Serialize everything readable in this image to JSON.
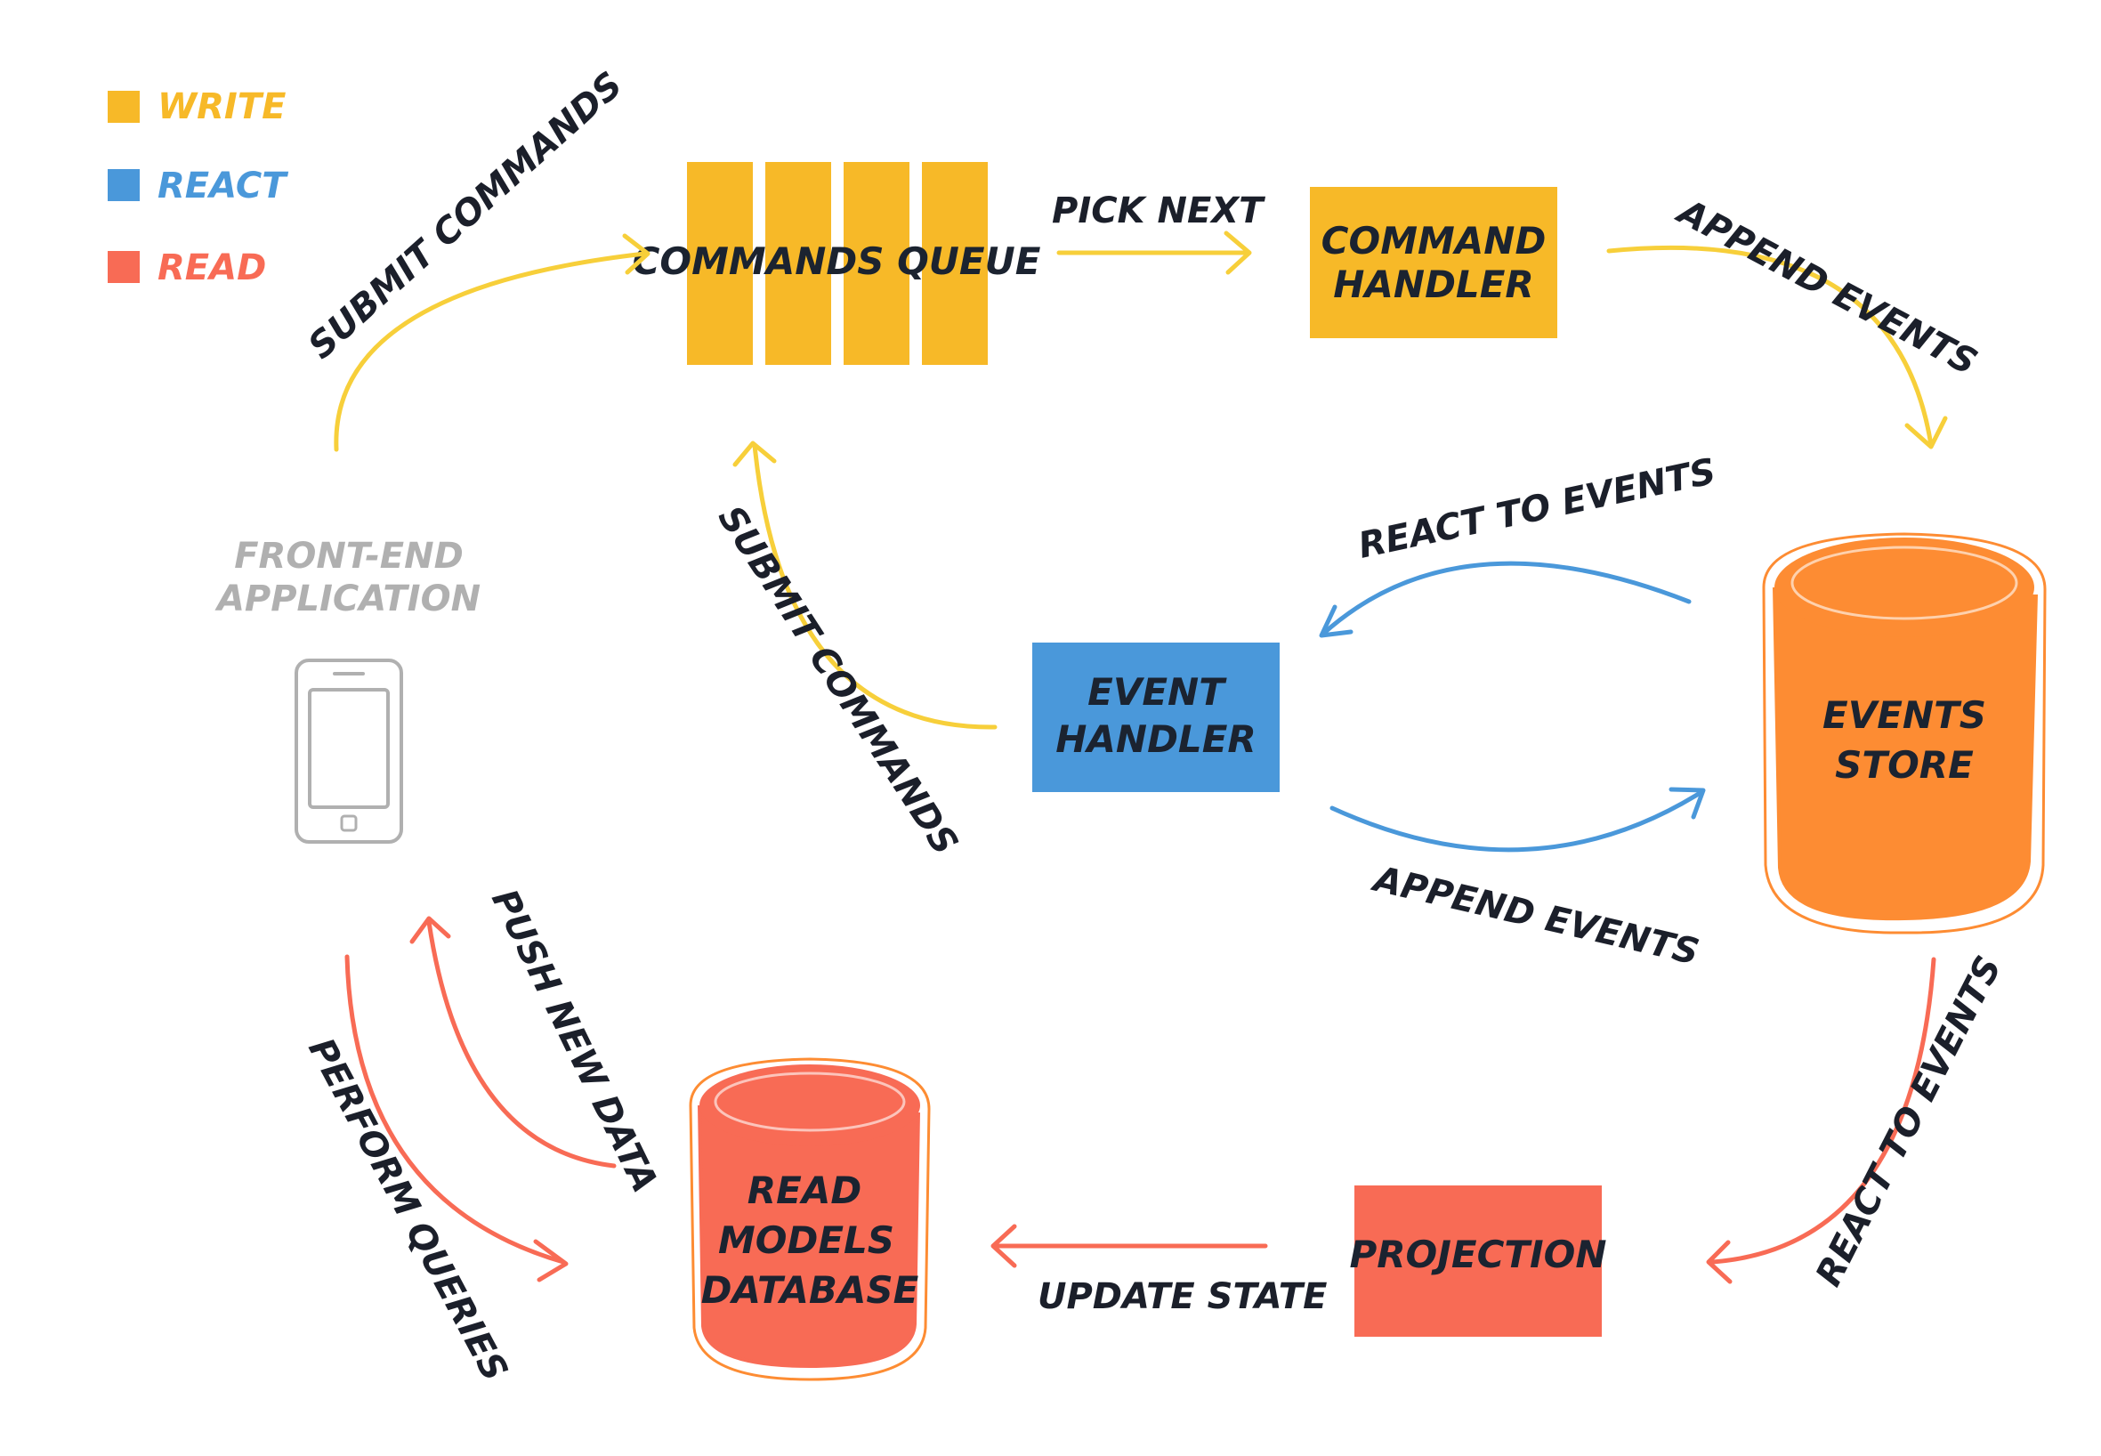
{
  "colors": {
    "write": "#f7b928",
    "react": "#4a98da",
    "read": "#f86b55",
    "events_store": "#fd8c33",
    "front_end": "#b0b0b0",
    "text": "#1b1f2a"
  },
  "legend": {
    "write": "WRITE",
    "react": "REACT",
    "read": "READ"
  },
  "nodes": {
    "front_end": [
      "FRONT-END",
      "APPLICATION"
    ],
    "commands_queue": "COMMANDS QUEUE",
    "command_handler": [
      "COMMAND",
      "HANDLER"
    ],
    "events_store": [
      "EVENTS",
      "STORE"
    ],
    "event_handler": [
      "EVENT",
      "HANDLER"
    ],
    "projection": "PROJECTION",
    "read_models": [
      "READ",
      "MODELS",
      "DATABASE"
    ]
  },
  "edges": {
    "submit_commands_frontend": "SUBMIT COMMANDS",
    "pick_next": "PICK NEXT",
    "append_events_handler": "APPEND EVENTS",
    "react_to_events_handler": "REACT TO EVENTS",
    "append_events_reactor": "APPEND EVENTS",
    "submit_commands_reactor": "SUBMIT COMMANDS",
    "react_to_events_projection": "REACT TO EVENTS",
    "update_state": "UPDATE STATE",
    "push_new_data": "PUSH NEW DATA",
    "perform_queries": "PERFORM QUERIES"
  }
}
